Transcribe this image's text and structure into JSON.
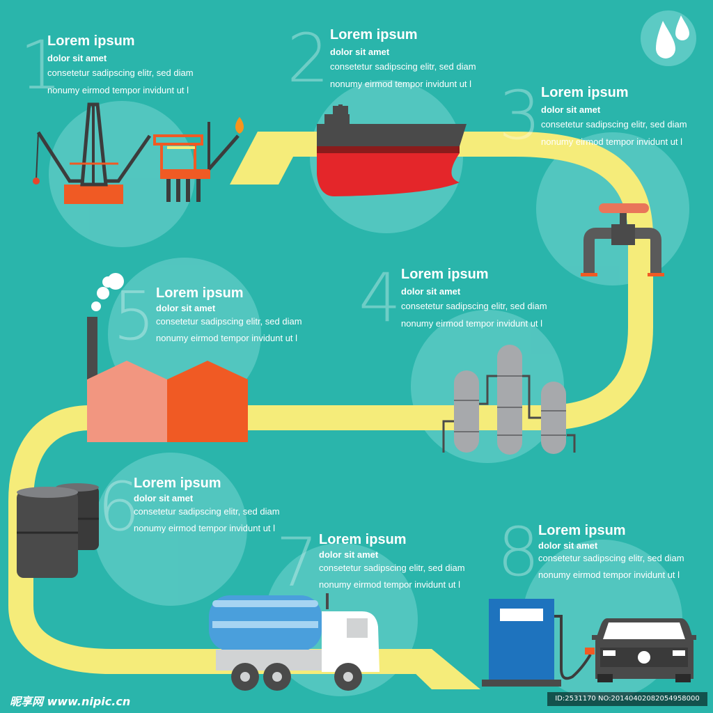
{
  "colors": {
    "background": "#2ab5ab",
    "road": "#f5ec7a",
    "circle": "#5ccac4",
    "text": "#ffffff"
  },
  "steps": [
    {
      "number": "1",
      "title": "Lorem ipsum",
      "subtitle": "dolor sit amet",
      "line1": "consetetur sadipscing elitr, sed diam",
      "line2": "nonumy eirmod tempor invidunt ut l",
      "icon": "oil-platform-icon"
    },
    {
      "number": "2",
      "title": "Lorem ipsum",
      "subtitle": "dolor sit amet",
      "line1": "consetetur sadipscing elitr, sed diam",
      "line2": "nonumy eirmod tempor invidunt ut l",
      "icon": "tanker-ship-icon"
    },
    {
      "number": "3",
      "title": "Lorem ipsum",
      "subtitle": "dolor sit amet",
      "line1": "consetetur sadipscing elitr, sed diam",
      "line2": "nonumy eirmod tempor invidunt ut l",
      "icon": "pipeline-valve-icon"
    },
    {
      "number": "4",
      "title": "Lorem ipsum",
      "subtitle": "dolor sit amet",
      "line1": "consetetur sadipscing elitr, sed diam",
      "line2": "nonumy eirmod tempor invidunt ut l",
      "icon": "refinery-tanks-icon"
    },
    {
      "number": "5",
      "title": "Lorem ipsum",
      "subtitle": "dolor sit amet",
      "line1": "consetetur sadipscing elitr, sed diam",
      "line2": "nonumy eirmod tempor invidunt ut l",
      "icon": "factory-icon"
    },
    {
      "number": "6",
      "title": "Lorem ipsum",
      "subtitle": "dolor sit amet",
      "line1": "consetetur sadipscing elitr, sed diam",
      "line2": "nonumy eirmod tempor invidunt ut l",
      "icon": "oil-barrels-icon"
    },
    {
      "number": "7",
      "title": "Lorem ipsum",
      "subtitle": "dolor sit amet",
      "line1": "consetetur sadipscing elitr, sed diam",
      "line2": "nonumy eirmod tempor invidunt ut l",
      "icon": "tanker-truck-icon"
    },
    {
      "number": "8",
      "title": "Lorem ipsum",
      "subtitle": "dolor sit amet",
      "line1": "consetetur sadipscing elitr, sed diam",
      "line2": "nonumy eirmod tempor invidunt ut l",
      "icon": "gas-station-car-icon"
    }
  ],
  "watermark": {
    "site": "昵享网 www.nipic.cn",
    "id": "ID:2531170 NO:20140402082054958000"
  },
  "drop_icon": "oil-drop-icon"
}
